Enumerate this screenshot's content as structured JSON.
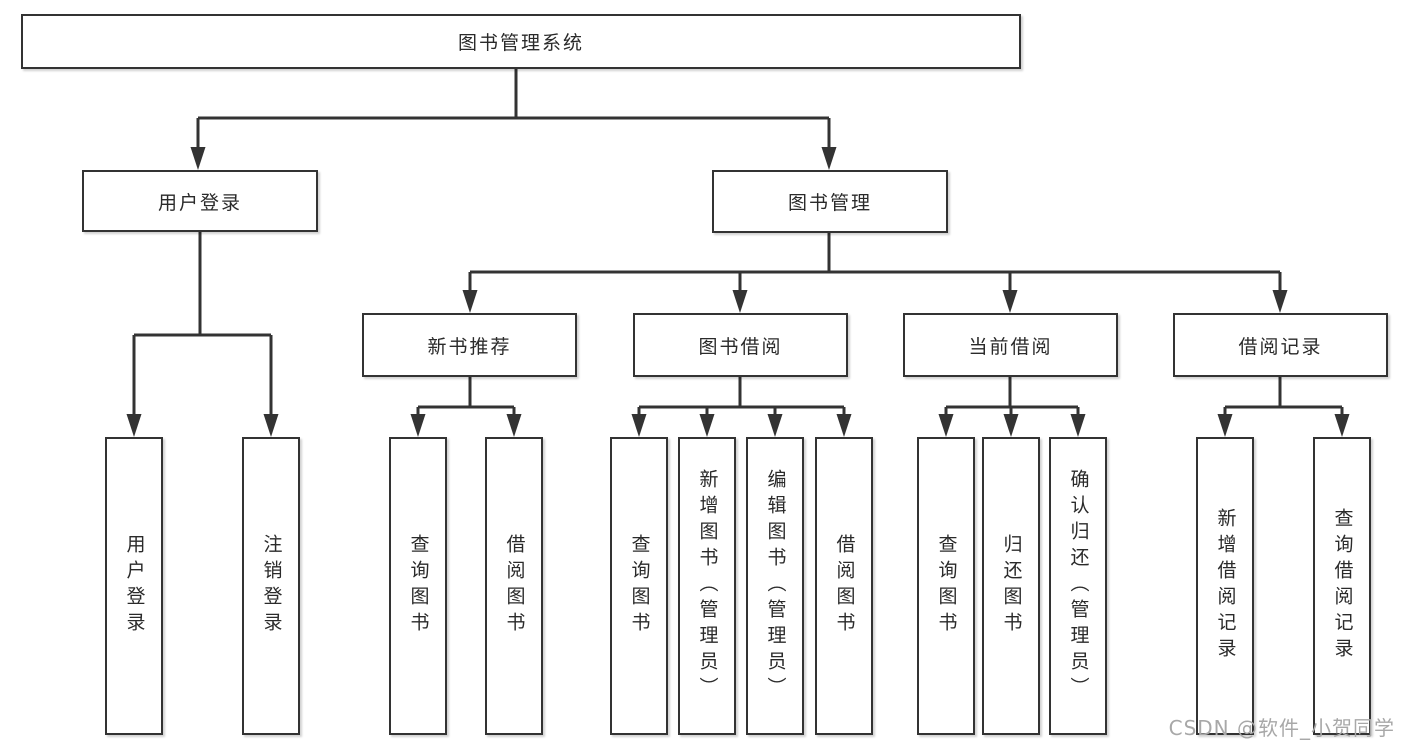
{
  "colors": {
    "line": "#333333",
    "border": "#333333",
    "watermark": "#a8a8a8"
  },
  "tree": {
    "root": {
      "label": "图书管理系统",
      "children": [
        {
          "label": "用户登录",
          "children": [
            {
              "label": "用户登录"
            },
            {
              "label": "注销登录"
            }
          ]
        },
        {
          "label": "图书管理",
          "children": [
            {
              "label": "新书推荐",
              "children": [
                {
                  "label": "查询图书"
                },
                {
                  "label": "借阅图书"
                }
              ]
            },
            {
              "label": "图书借阅",
              "children": [
                {
                  "label": "查询图书"
                },
                {
                  "label": "新增图书（管理员）"
                },
                {
                  "label": "编辑图书（管理员）"
                },
                {
                  "label": "借阅图书"
                }
              ]
            },
            {
              "label": "当前借阅",
              "children": [
                {
                  "label": "查询图书"
                },
                {
                  "label": "归还图书"
                },
                {
                  "label": "确认归还（管理员）"
                }
              ]
            },
            {
              "label": "借阅记录",
              "children": [
                {
                  "label": "新增借阅记录"
                },
                {
                  "label": "查询借阅记录"
                }
              ]
            }
          ]
        }
      ]
    }
  },
  "watermark": {
    "text": "CSDN @软件_小贺同学"
  }
}
